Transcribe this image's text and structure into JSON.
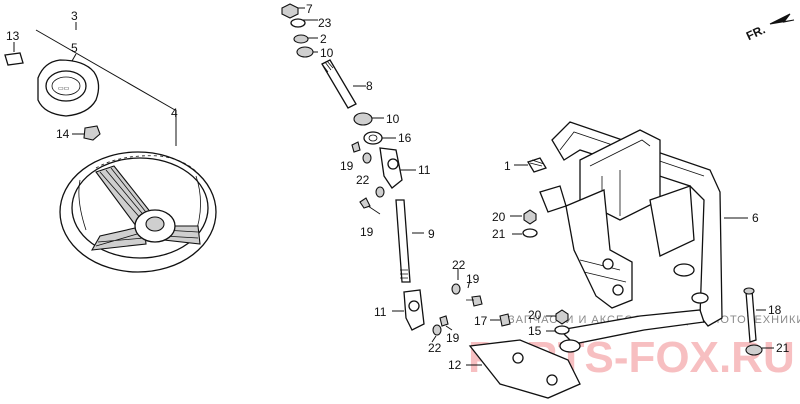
{
  "callouts": [
    {
      "id": "c3",
      "text": "3"
    },
    {
      "id": "c13",
      "text": "13"
    },
    {
      "id": "c5",
      "text": "5"
    },
    {
      "id": "c4",
      "text": "4"
    },
    {
      "id": "c14",
      "text": "14"
    },
    {
      "id": "c7",
      "text": "7"
    },
    {
      "id": "c23",
      "text": "23"
    },
    {
      "id": "c2",
      "text": "2"
    },
    {
      "id": "c10a",
      "text": "10"
    },
    {
      "id": "c8",
      "text": "8"
    },
    {
      "id": "c10b",
      "text": "10"
    },
    {
      "id": "c16",
      "text": "16"
    },
    {
      "id": "c19a",
      "text": "19"
    },
    {
      "id": "c11a",
      "text": "11"
    },
    {
      "id": "c22a",
      "text": "22"
    },
    {
      "id": "c19b",
      "text": "19"
    },
    {
      "id": "c9",
      "text": "9"
    },
    {
      "id": "c22b",
      "text": "22"
    },
    {
      "id": "c19c",
      "text": "19"
    },
    {
      "id": "c11b",
      "text": "11"
    },
    {
      "id": "c17",
      "text": "17"
    },
    {
      "id": "c19d",
      "text": "19"
    },
    {
      "id": "c22c",
      "text": "22"
    },
    {
      "id": "c1",
      "text": "1"
    },
    {
      "id": "c20a",
      "text": "20"
    },
    {
      "id": "c21a",
      "text": "21"
    },
    {
      "id": "c6",
      "text": "6"
    },
    {
      "id": "c18",
      "text": "18"
    },
    {
      "id": "c20b",
      "text": "20"
    },
    {
      "id": "c15",
      "text": "15"
    },
    {
      "id": "c21b",
      "text": "21"
    },
    {
      "id": "c12",
      "text": "12"
    }
  ],
  "direction_marker": "FR.",
  "watermark": {
    "text": "ЗАПЧАСТИ И АКСЕССУАРЫ ДЛЯ МОТОТЕХНИКИ",
    "logo": "PARTS-FOX.RU"
  }
}
